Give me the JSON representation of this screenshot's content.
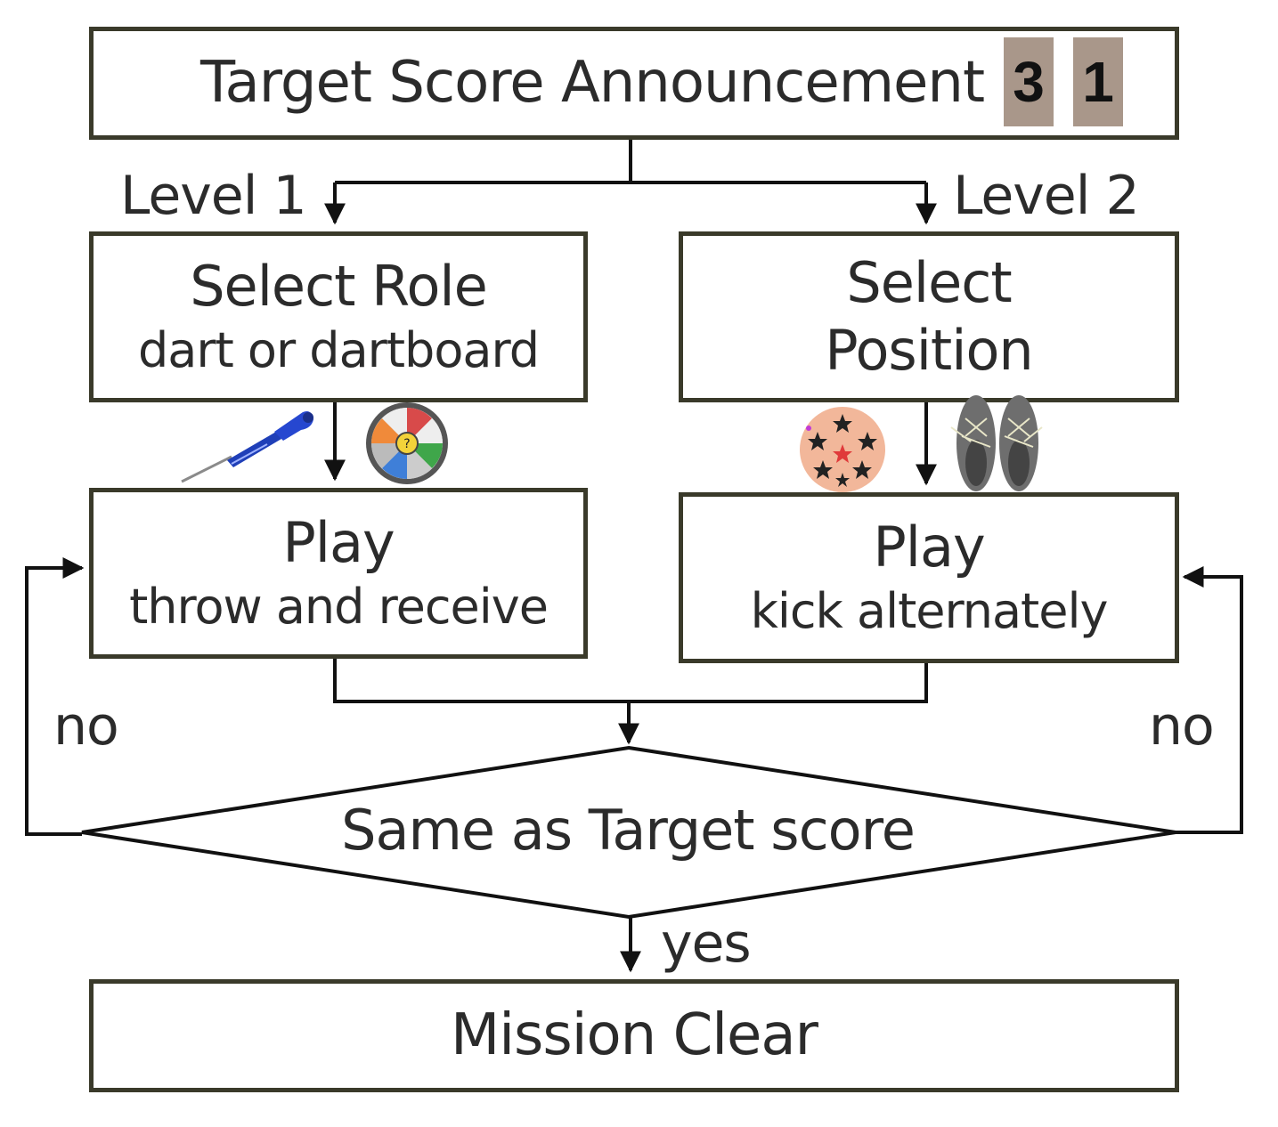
{
  "header": {
    "title": "Target Score Announcement",
    "digits": [
      "3",
      "1"
    ]
  },
  "branches": {
    "left_label": "Level 1",
    "right_label": "Level 2"
  },
  "left": {
    "select_title": "Select Role",
    "select_sub": "dart or dartboard",
    "play_title": "Play",
    "play_sub": "throw and receive"
  },
  "right": {
    "select_title_line1": "Select",
    "select_title_line2": "Position",
    "play_title": "Play",
    "play_sub": "kick alternately"
  },
  "decision": {
    "text": "Same as Target score",
    "no_left": "no",
    "no_right": "no",
    "yes": "yes"
  },
  "final": {
    "text": "Mission Clear"
  },
  "icons": [
    "dart-icon",
    "dartboard-icon",
    "soccer-ball-icon",
    "shoes-icon"
  ],
  "colors": {
    "border": "#3a3a2a",
    "digit_bg": "#a9978a",
    "dart_blue": "#1f3fb8",
    "ball_bg": "#f2b79a"
  }
}
